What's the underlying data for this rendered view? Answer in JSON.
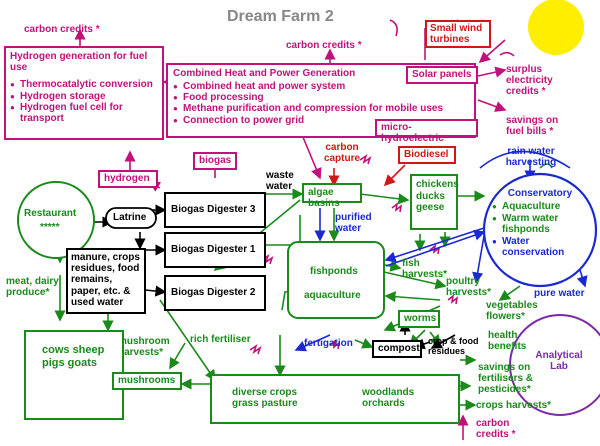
{
  "title": "Dream Farm 2",
  "colors": {
    "magenta": "#c0127a",
    "green": "#1a8a1a",
    "blue": "#1a2ad0",
    "red": "#d01818",
    "black": "#000000",
    "purple": "#7a2aa8",
    "sun": "#ffee00"
  },
  "carbon_credits_1": "carbon credits *",
  "carbon_credits_2": "carbon credits *",
  "carbon_credits_3": "carbon credits *",
  "hydrogen_box": {
    "title": "Hydrogen generation for fuel use",
    "items": [
      "Thermocatalytic conversion",
      "Hydrogen storage",
      "Hydrogen fuel cell for transport"
    ]
  },
  "chp_box": {
    "title": "Combined Heat and Power Generation",
    "items": [
      "Combined heat and power system",
      "Food processing",
      "Methane purification and compression for mobile uses",
      "Connection to power grid"
    ]
  },
  "small_wind_turbines": "Small wind turbines",
  "solar_panels": "Solar panels",
  "micro_hydroelectric": "micro-hydroelectric",
  "surplus_electricity": "surplus electricity credits *",
  "savings_fuel_bills": "savings on fuel bills *",
  "carbon_capture": "carbon capture",
  "biodiesel": "Biodiesel",
  "biogas": "biogas",
  "hydrogen": "hydrogen",
  "waste_water": "waste water",
  "algae_basins": "algae basins",
  "purified_water": "purified water",
  "chickens": "chickens ducks geese",
  "rain_water": "rain water harvesting",
  "conservatory": {
    "title": "Conservatory",
    "items": [
      "Aquaculture",
      "Warm water fishponds",
      "Water conservation"
    ]
  },
  "restaurant": "Restaurant",
  "restaurant_stars": "*****",
  "latrine": "Latrine",
  "digester_3": "Biogas Digester 3",
  "digester_1": "Biogas Digester 1",
  "digester_2": "Biogas Digester 2",
  "waste_box": "manure, crops residues, food remains, paper, etc. & used water",
  "fishponds": "fishponds",
  "aquaculture": "aquaculture",
  "fish_harvests": "fish harvests*",
  "poultry_harvests": "poultry harvests*",
  "vegetables_flowers": "vegetables flowers*",
  "pure_water": "pure water",
  "meat_dairy": "meat, dairy produce*",
  "rich_fertiliser": "rich fertiliser",
  "mushroom_harvests": "mushroom harvests*",
  "worms": "worms",
  "crop_food_residues": "crop & food residues",
  "compost": "compost",
  "fertigation": "fertigation",
  "health_benefits": "health benefits",
  "analytical_lab": "Analytical Lab",
  "livestock": "cows sheep pigs goats",
  "mushrooms": "mushrooms",
  "diverse_crops": "diverse crops grass pasture",
  "woodlands": "woodlands orchards",
  "savings_fertilisers": "savings on fertilisers & pesticides*",
  "crops_harvests": "crops harvests*"
}
